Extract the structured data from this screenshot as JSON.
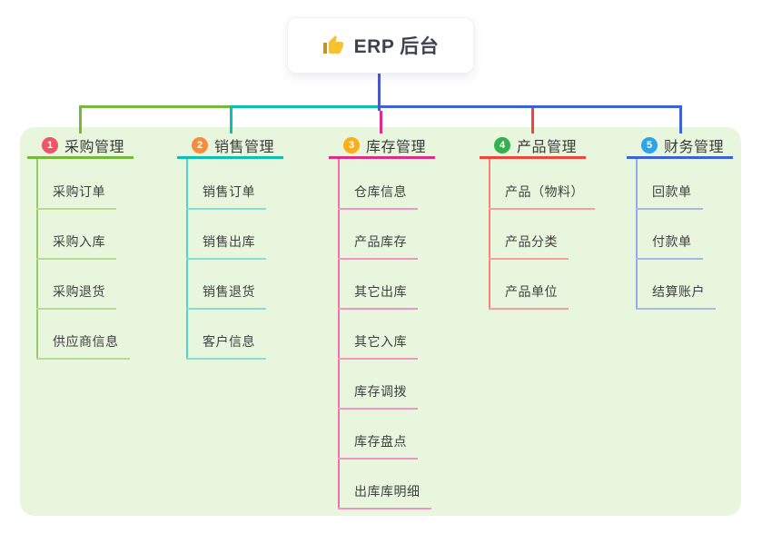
{
  "root": {
    "title": "ERP 后台",
    "line_color": "#4a57cd"
  },
  "panel": {
    "background": "#e8f6de"
  },
  "icon": {
    "thumb_hand_color": "#f7c231",
    "thumb_sleeve_color": "#c98f2a"
  },
  "branches": [
    {
      "index": "1",
      "label": "采购管理",
      "badge_color": "#ee5566",
      "line_main": "#76b83b",
      "line_mid": "#97cb64",
      "line_light": "#b5dc95",
      "children": [
        "采购订单",
        "采购入库",
        "采购退货",
        "供应商信息"
      ]
    },
    {
      "index": "2",
      "label": "销售管理",
      "badge_color": "#fa8b3b",
      "line_main": "#10bfb2",
      "line_mid": "#52d1c6",
      "line_light": "#84dfd6",
      "children": [
        "销售订单",
        "销售出库",
        "销售退货",
        "客户信息"
      ]
    },
    {
      "index": "3",
      "label": "库存管理",
      "badge_color": "#fcad17",
      "line_main": "#dd2d87",
      "line_mid": "#ec6fae",
      "line_light": "#f494c4",
      "children": [
        "仓库信息",
        "产品库存",
        "其它出库",
        "其它入库",
        "库存调拨",
        "库存盘点",
        "出库库明细"
      ]
    },
    {
      "index": "4",
      "label": "产品管理",
      "badge_color": "#30b34c",
      "line_main": "#ef453a",
      "line_mid": "#f5837b",
      "line_light": "#f7a09a",
      "children": [
        "产品（物料）",
        "产品分类",
        "产品单位"
      ]
    },
    {
      "index": "5",
      "label": "财务管理",
      "badge_color": "#2ba4e9",
      "line_main": "#3c62da",
      "line_mid": "#8fa9e9",
      "line_light": "#a3b9ee",
      "children": [
        "回款单",
        "付款单",
        "结算账户"
      ]
    }
  ]
}
